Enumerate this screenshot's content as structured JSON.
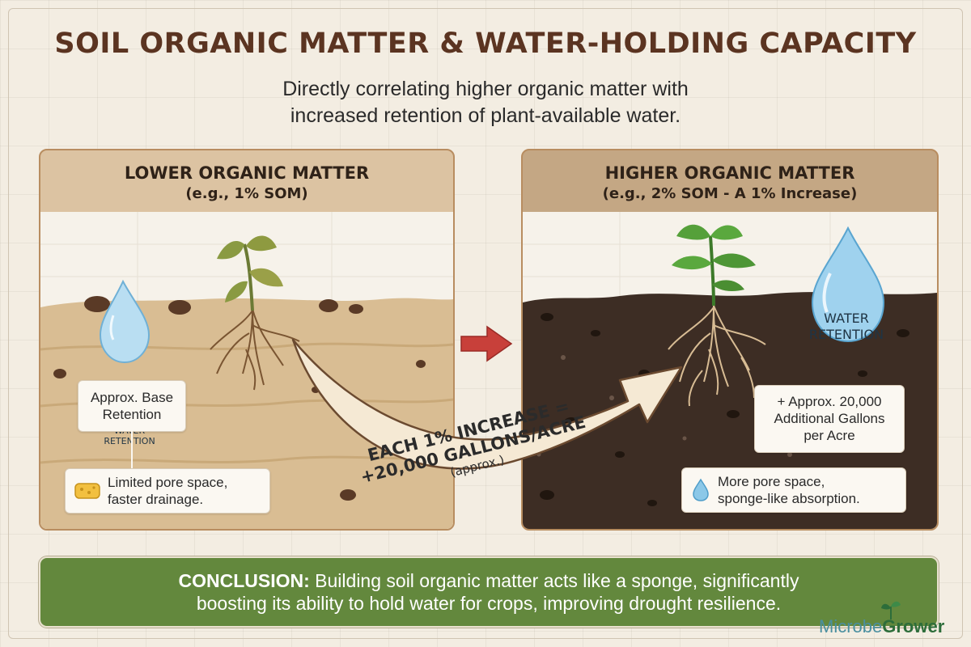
{
  "header": {
    "title": "SOIL ORGANIC MATTER & WATER-HOLDING CAPACITY",
    "subtitle_line1": "Directly correlating higher organic matter with",
    "subtitle_line2": "increased retention of plant-available water."
  },
  "left_panel": {
    "title": "LOWER ORGANIC MATTER",
    "subtitle": "(e.g., 1% SOM)",
    "drop_label_line1": "WATER",
    "drop_label_line2": "RETENTION",
    "retention_line1": "Approx. Base",
    "retention_line2": "Retention",
    "note_line1": "Limited pore space,",
    "note_line2": "faster drainage.",
    "note_icon": "sponge-icon"
  },
  "right_panel": {
    "title": "HIGHER ORGANIC MATTER",
    "subtitle": "(e.g., 2% SOM - A 1% Increase)",
    "drop_label_line1": "WATER",
    "drop_label_line2": "RETENTION",
    "retention_line1": "+ Approx. 20,000",
    "retention_line2": "Additional Gallons",
    "retention_line3": "per Acre",
    "note_line1": "More pore space,",
    "note_line2": "sponge-like absorption.",
    "note_icon": "water-drop-icon"
  },
  "arrow": {
    "line1": "EACH 1% INCREASE =",
    "line2": "+20,000 GALLONS/ACRE",
    "line3": "(approx.)"
  },
  "conclusion": {
    "label": "CONCLUSION:",
    "text_line1": " Building soil organic matter acts like a sponge, significantly",
    "text_line2": "boosting its ability to hold water for crops, improving drought resilience."
  },
  "brand": {
    "part1": "Microbe",
    "part2": "Grower"
  },
  "colors": {
    "title": "#5b3421",
    "light_soil": "#d6b78c",
    "dark_soil": "#3e2f26",
    "water": "#8cc8e8",
    "conclusion_bg": "#63883d",
    "red_arrow": "#c8403a"
  }
}
